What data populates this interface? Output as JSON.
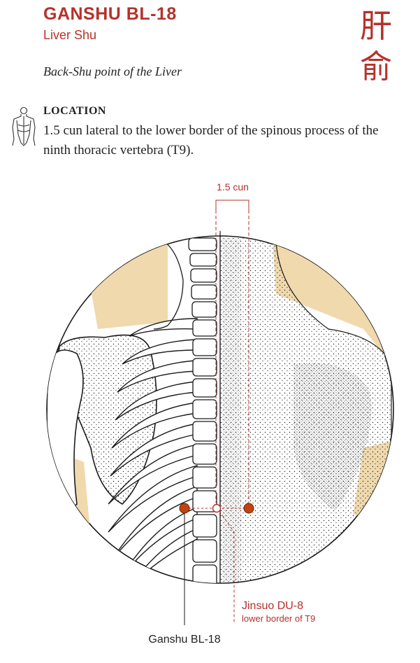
{
  "point": {
    "name": "GANSHU BL-18",
    "english_name": "Liver Shu",
    "chinese": [
      "肝",
      "俞"
    ],
    "category": "Back-Shu point of the Liver"
  },
  "location": {
    "heading": "LOCATION",
    "text": "1.5 cun lateral to the lower border of the spinous process of the ninth thoracic vertebra (T9)."
  },
  "diagram": {
    "measure_label": "1.5 cun",
    "reference_point": "Jinsuo DU-8",
    "reference_note": "lower border of T9",
    "target_label": "Ganshu BL-18",
    "colors": {
      "accent": "#b5322a",
      "point_fill": "#c0440f",
      "skin_band": "#efd9ad",
      "outline": "#1a1a1a"
    }
  }
}
